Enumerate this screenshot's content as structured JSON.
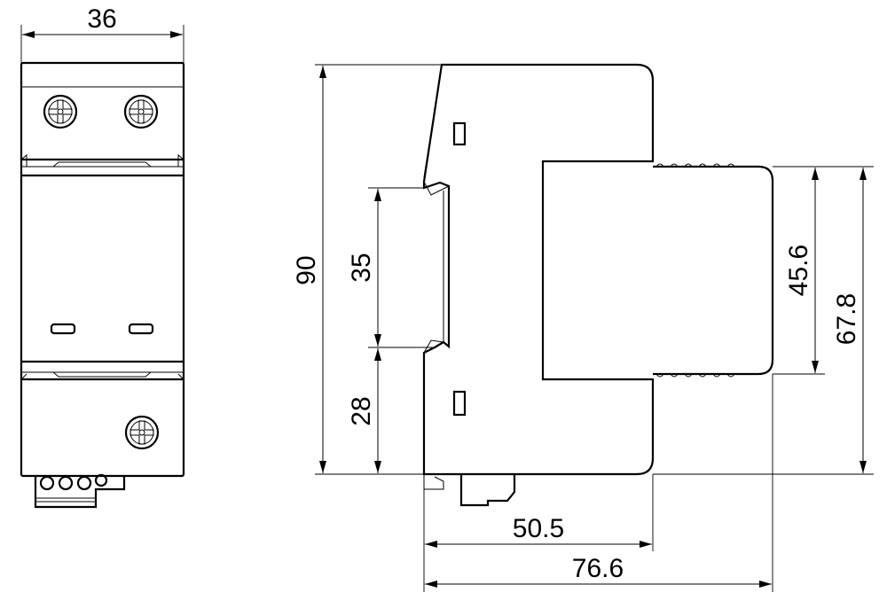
{
  "dimensions": {
    "width_front": "36",
    "height_total": "90",
    "rail_width": "35",
    "rail_offset": "28",
    "inner_height": "45.6",
    "cover_height": "67.8",
    "depth_to_shoulder": "50.5",
    "depth_total": "76.6"
  }
}
